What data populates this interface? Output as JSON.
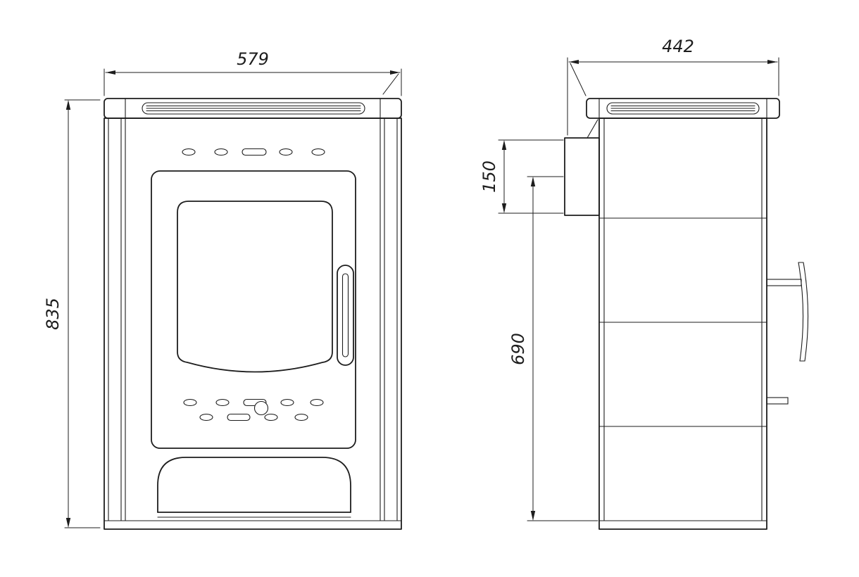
{
  "drawing": {
    "dimensions": {
      "front_width": "579",
      "front_height": "835",
      "depth": "442",
      "flue_offset": "150",
      "body_height": "690"
    },
    "colors": {
      "line": "#1d1d1d",
      "background": "#ffffff"
    }
  }
}
